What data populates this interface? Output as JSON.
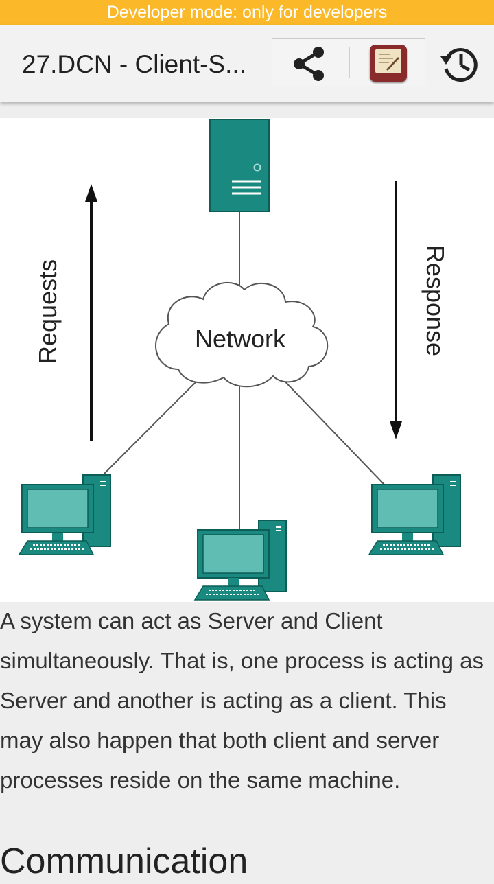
{
  "status_banner": {
    "text": "Developer mode: only for developers"
  },
  "appbar": {
    "title": "27.DCN - Client-S...",
    "share_icon": "share-icon",
    "notes_icon": "notes-app-icon",
    "history_icon": "history-icon"
  },
  "diagram": {
    "network_label": "Network",
    "requests_label": "Requests",
    "response_label": "Response",
    "colors": {
      "device": "#1a8a80",
      "device_light": "#a9dcd6",
      "line": "#555555"
    }
  },
  "content": {
    "paragraph": "A system can act as Server and Client simultaneously. That is, one process is acting as Server and another is acting as a client. This may also happen that both client and server processes reside on the same machine.",
    "heading": "Communication"
  }
}
